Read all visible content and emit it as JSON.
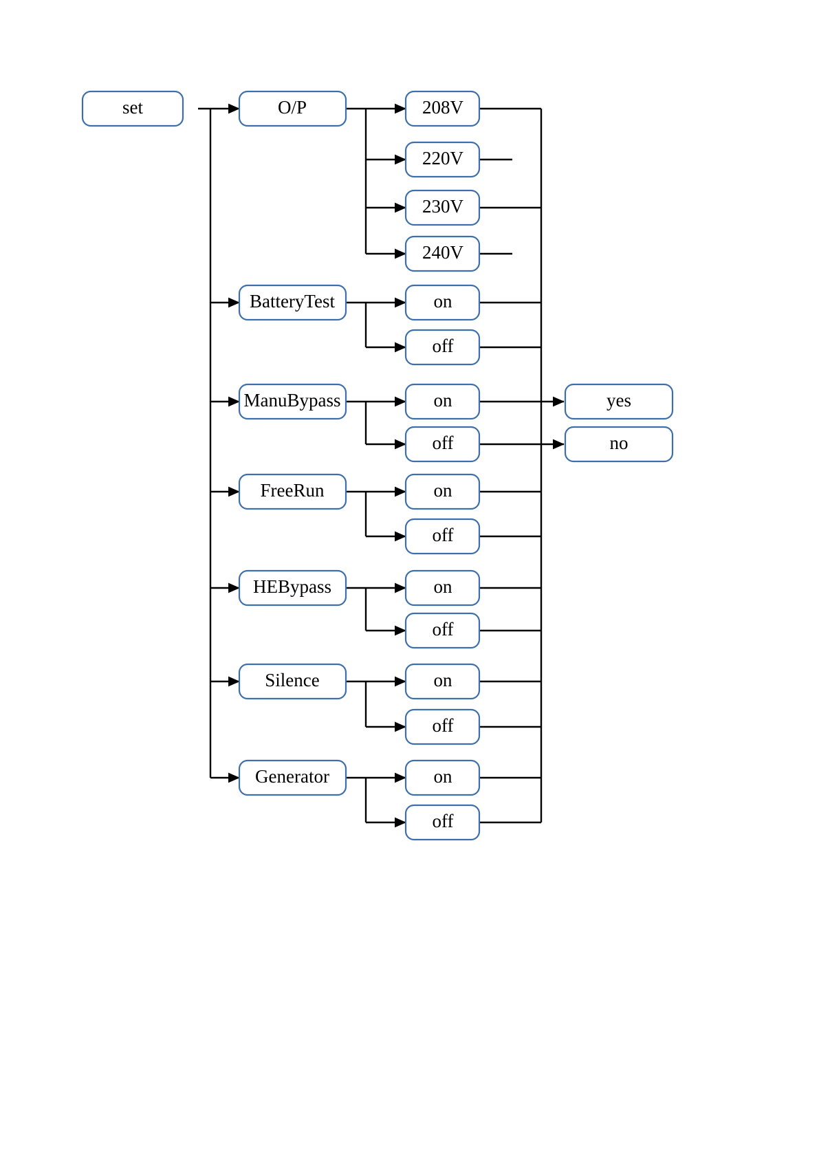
{
  "diagram": {
    "title": "set",
    "type": "flowchart-tree",
    "orientation": "left-to-right",
    "colors": {
      "node_border": "#3d6fad",
      "node_fill": "#ffffff",
      "connector": "#000000",
      "text": "#000000",
      "background": "#ffffff"
    },
    "root": {
      "label": "set"
    },
    "level2": [
      {
        "label": "O/P"
      },
      {
        "label": "BatteryTest"
      },
      {
        "label": "ManuBypass"
      },
      {
        "label": "FreeRun"
      },
      {
        "label": "HEBypass"
      },
      {
        "label": "Silence"
      },
      {
        "label": "Generator"
      }
    ],
    "level3": {
      "op": [
        {
          "label": "208V"
        },
        {
          "label": "220V"
        },
        {
          "label": "230V"
        },
        {
          "label": "240V"
        }
      ],
      "battery_test": [
        {
          "label": "on"
        },
        {
          "label": "off"
        }
      ],
      "manu_bypass": [
        {
          "label": "on"
        },
        {
          "label": "off"
        }
      ],
      "free_run": [
        {
          "label": "on"
        },
        {
          "label": "off"
        }
      ],
      "he_bypass": [
        {
          "label": "on"
        },
        {
          "label": "off"
        }
      ],
      "silence": [
        {
          "label": "on"
        },
        {
          "label": "off"
        }
      ],
      "generator": [
        {
          "label": "on"
        },
        {
          "label": "off"
        }
      ]
    },
    "level4": [
      {
        "label": "yes"
      },
      {
        "label": "no"
      }
    ]
  }
}
